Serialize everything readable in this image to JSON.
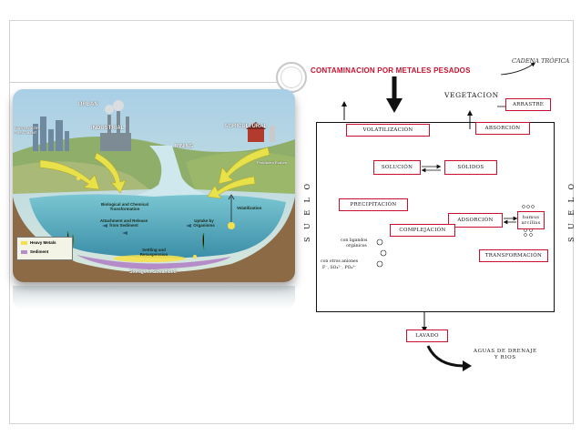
{
  "photo": {
    "urban": "URBAN",
    "wastewater": "WASTEWATER TREATMENT",
    "industrial": "INDUSTRIAL",
    "agricultural": "AGRICULTURAL",
    "mining": "MINING",
    "fertilizers": "Fertilizers Ecules",
    "bio_chem": "Biological and Chemical Transformation",
    "attach": "Attachment and Release from Sediment",
    "uptake": "Uptake by Organisms",
    "volatilization": "Volatilization",
    "settling": "Settling and Resuspension",
    "storage": "Storage in Streambed",
    "legend_metals": "Heavy Metals",
    "legend_sediment": "Sediment",
    "colors": {
      "metals": "#f4e04d",
      "sediment": "#b48cc8",
      "arrow": "#e8e24a",
      "water": "#66b7c9"
    }
  },
  "diagram": {
    "title": "CONTAMINACION POR METALES PESADOS",
    "hand_note": "CADENA TRÓFICA",
    "vegetacion": "VEGETACION",
    "arrastre": "ARRASTRE",
    "volatilizacion": "VOLATILIZACIÓN",
    "absorcion_top": "ABSORCIÓN",
    "solucion": "SOLUCIÓN",
    "solidos": "SÓLIDOS",
    "precipitacion": "PRECIPITACIÓN",
    "adsorcion": "ADSORCIÓN",
    "humus": "humus",
    "arcillas": "arcillas",
    "ligandos_1": "con ligandos",
    "ligandos_2": "orgánicos",
    "aniones_1": "con otros aniones",
    "aniones_2": "F⁻, SO₄²⁻, PO₄³⁻",
    "complejacion": "COMPLEJACIÓN",
    "transformacion": "TRANSFORMACIÓN",
    "lavado": "LAVADO",
    "suelo_left": "S U E L O",
    "suelo_right": "S U E L O",
    "outlet_1": "AGUAS DE DRENAJE",
    "outlet_2": "Y RIOS",
    "accent": "#c8102e"
  }
}
